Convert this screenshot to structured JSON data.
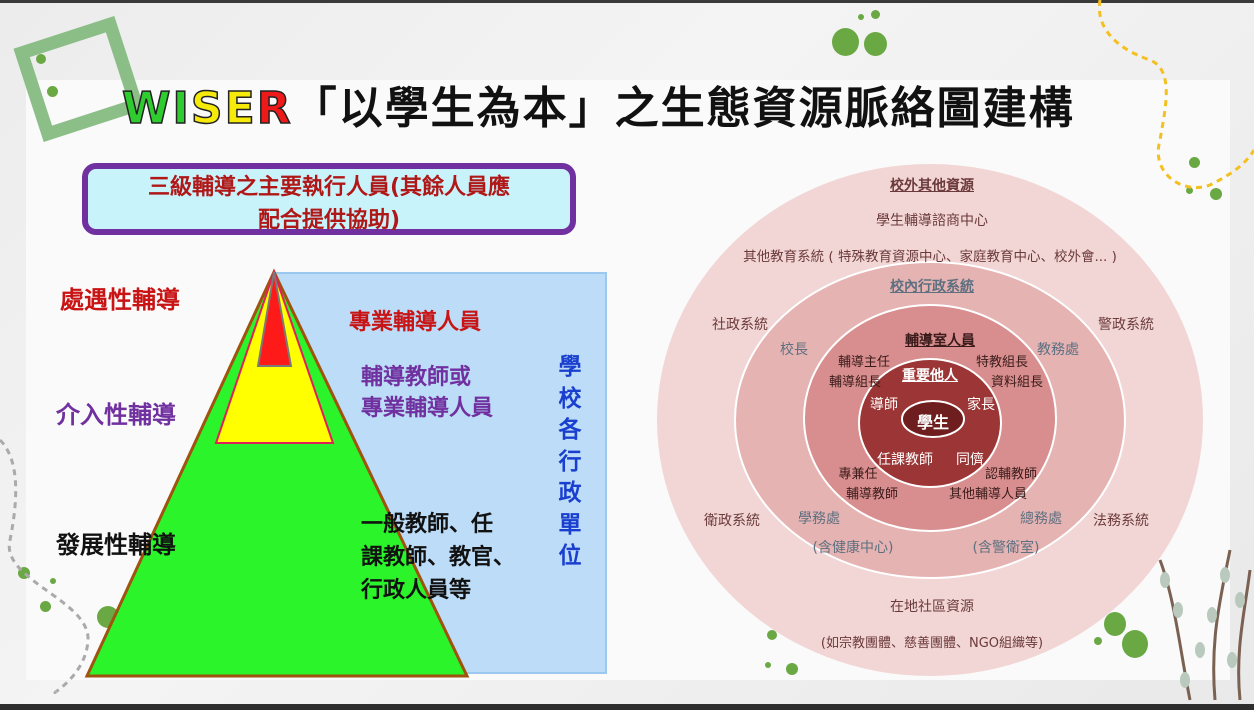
{
  "title": {
    "letters": [
      "W",
      "I",
      "S",
      "E",
      "R"
    ],
    "rest": "「以學生為本」之生態資源脈絡圖建構"
  },
  "header_box": {
    "line1": "三級輔導之主要執行人員(其餘人員應",
    "line2": "配合提供協助)"
  },
  "pyramid": {
    "levels": [
      {
        "label": "處遇性輔導",
        "color": "#c81414",
        "fill": "#ff1a1a"
      },
      {
        "label": "介入性輔導",
        "color": "#7030a0",
        "fill": "#ffff00"
      },
      {
        "label": "發展性輔導",
        "color": "#111111",
        "fill": "#2bf42b"
      }
    ],
    "roles": [
      {
        "text": "專業輔導人員",
        "color": "#c81414"
      },
      {
        "line1": "輔導教師或",
        "line2": "專業輔導人員",
        "color": "#7030a0"
      },
      {
        "line1": "一般教師、任",
        "line2": "課教師、教官、",
        "line3": "行政人員等",
        "color": "#111111"
      }
    ],
    "vertical_label": [
      "學",
      "校",
      "各",
      "行",
      "政",
      "單",
      "位"
    ]
  },
  "ecomap": {
    "outer": {
      "title": "校外其他資源",
      "items": {
        "counseling_center": "學生輔導諮商中心",
        "other_edu": "其他教育系統 ( 特殊教育資源中心、家庭教育中心、校外會... )",
        "social": "社政系統",
        "police": "警政系統",
        "health": "衛政系統",
        "legal": "法務系統",
        "community": "在地社區資源",
        "community_note": "(如宗教團體、慈善團體、NGO組織等)"
      }
    },
    "admin": {
      "title": "校內行政系統",
      "items": {
        "principal": "校長",
        "academic": "教務處",
        "student_affairs": "學務處",
        "student_affairs_note": "(含健康中心)",
        "general_affairs": "總務處",
        "general_affairs_note": "(含警衛室)"
      }
    },
    "counseling": {
      "title": "輔導室人員",
      "items": {
        "director": "輔導主任",
        "section_chief": "輔導組長",
        "sped_chief": "特教組長",
        "data_chief": "資料組長",
        "pt_ft_1": "專兼任",
        "pt_ft_2": "輔導教師",
        "certified": "認輔教師",
        "other": "其他輔導人員"
      }
    },
    "significant": {
      "title": "重要他人",
      "items": {
        "homeroom": "導師",
        "parents": "家長",
        "teachers": "任課教師",
        "peers": "同儕"
      }
    },
    "center": "學生",
    "colors": {
      "ring1": "#f2d6d6",
      "ring2": "#e6b3b3",
      "ring3": "#d88e8e",
      "ring4": "#9c3535",
      "center": "#6e1e1e"
    }
  }
}
